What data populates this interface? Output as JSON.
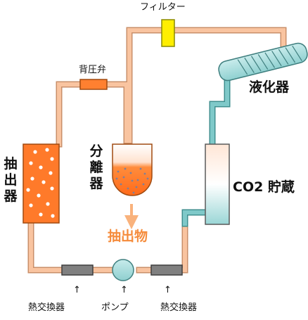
{
  "labels": {
    "filter": "フィルター",
    "back_pressure_valve": "背圧弁",
    "condenser": "液化器",
    "separator": "分離器",
    "extractor": "抽出器",
    "co2_storage": "CO2 貯蔵",
    "extract": "抽出物",
    "heat_exchanger_left": "熱交換器",
    "pump": "ポンプ",
    "heat_exchanger_right": "熱交換器",
    "arrow_glyph": "↑"
  },
  "colors": {
    "hot_pipe": "#f9c4a0",
    "hot_pipe_edge": "#c98f6a",
    "cold_pipe": "#7fc9c9",
    "cold_pipe_edge": "#3f8f8f",
    "extract_orange": "#ff7a2a",
    "filter_yellow": "#ffee00",
    "valve_orange": "#ff8030",
    "heat_exchanger_gray": "#808080",
    "pump_teal": "#a8dcdc",
    "label_orange": "#f58c3c"
  }
}
